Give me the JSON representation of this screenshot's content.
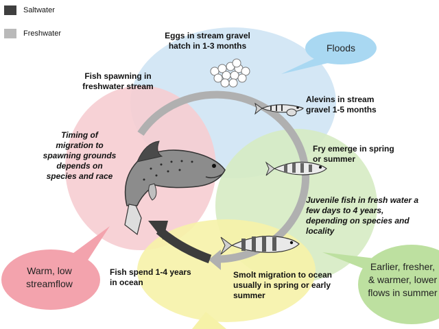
{
  "legend": {
    "items": [
      {
        "label": "Saltwater",
        "color": "#3f3f3f"
      },
      {
        "label": "Freshwater",
        "color": "#b9b9b9"
      }
    ]
  },
  "stages": {
    "eggs": "Eggs in stream gravel hatch in 1-3 months",
    "alevins": "Alevins in stream gravel 1-5 months",
    "fry": "Fry emerge in spring or summer",
    "juvenile": "Juvenile fish in fresh water a few days to 4 years, depending on species and locality",
    "smolt": "Smolt migration to ocean usually in spring or early summer",
    "ocean": "Fish spend 1-4 years in ocean",
    "spawning": "Fish spawning in freshwater stream",
    "timing": "Timing of migration to spawning grounds depends on species and race"
  },
  "bubbles": {
    "floods": "Floods",
    "warm": "Warm, low streamflow",
    "earlier": "Earlier, fresher, & warmer, lower flows in summer"
  },
  "colors": {
    "blue_zone": "#cfe4f4",
    "pink_zone": "#f6cdd2",
    "green_zone": "#d6ebc3",
    "yellow_zone": "#f6f2a8",
    "floods_bubble": "#a9d8f2",
    "warm_bubble": "#f3a3ad",
    "earlier_bubble": "#bde0a0",
    "freshwater_arrow": "#b0b0b0",
    "saltwater_arrow": "#3c3c3c"
  }
}
